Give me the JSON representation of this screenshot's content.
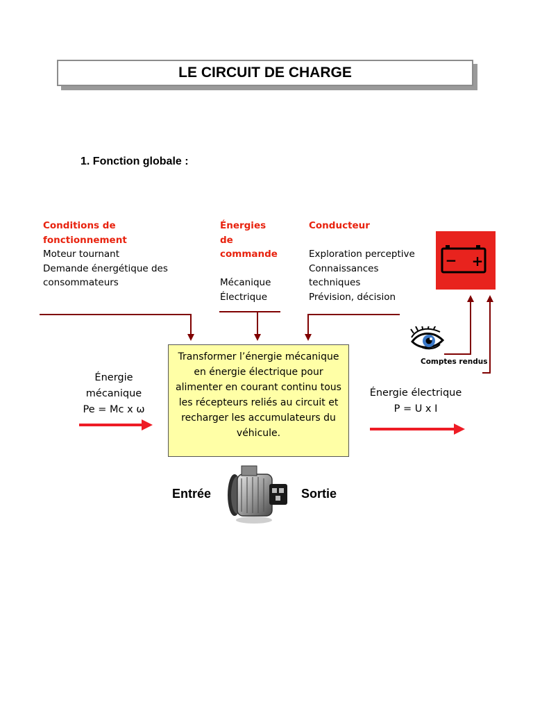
{
  "title": "LE CIRCUIT DE CHARGE",
  "section": {
    "number": "1.",
    "label": "Fonction globale :"
  },
  "conditions": {
    "heading": [
      "Conditions de",
      "fonctionnement"
    ],
    "lines": [
      "Moteur tournant",
      "Demande énergétique des",
      "consommateurs"
    ]
  },
  "energies": {
    "heading": [
      "Énergies",
      "de",
      "commande"
    ],
    "lines": [
      "Mécanique",
      "Électrique"
    ]
  },
  "conducteur": {
    "heading": "Conducteur",
    "lines": [
      "Exploration perceptive",
      "Connaissances",
      "techniques",
      "Prévision, décision"
    ]
  },
  "function_text": "Transformer l’énergie mécanique en énergie électrique pour alimenter en courant continu tous les récepteurs reliés au circuit et recharger les accumulateurs du véhicule.",
  "input_energy": {
    "lines": [
      "Énergie",
      "mécanique",
      "Pe = Mc x ω"
    ]
  },
  "output_energy": {
    "lines": [
      "Énergie électrique",
      "P = U x I"
    ]
  },
  "entree": "Entrée",
  "sortie": "Sortie",
  "feedback_label": "Comptes rendus",
  "battery_symbols": {
    "minus": "−",
    "plus": "+"
  },
  "colors": {
    "heading_red": "#e8220e",
    "arrow_red": "#ee1c25",
    "line_darkred": "#7f0000",
    "box_yellow": "#ffffa6",
    "battery_red": "#e8231e"
  }
}
